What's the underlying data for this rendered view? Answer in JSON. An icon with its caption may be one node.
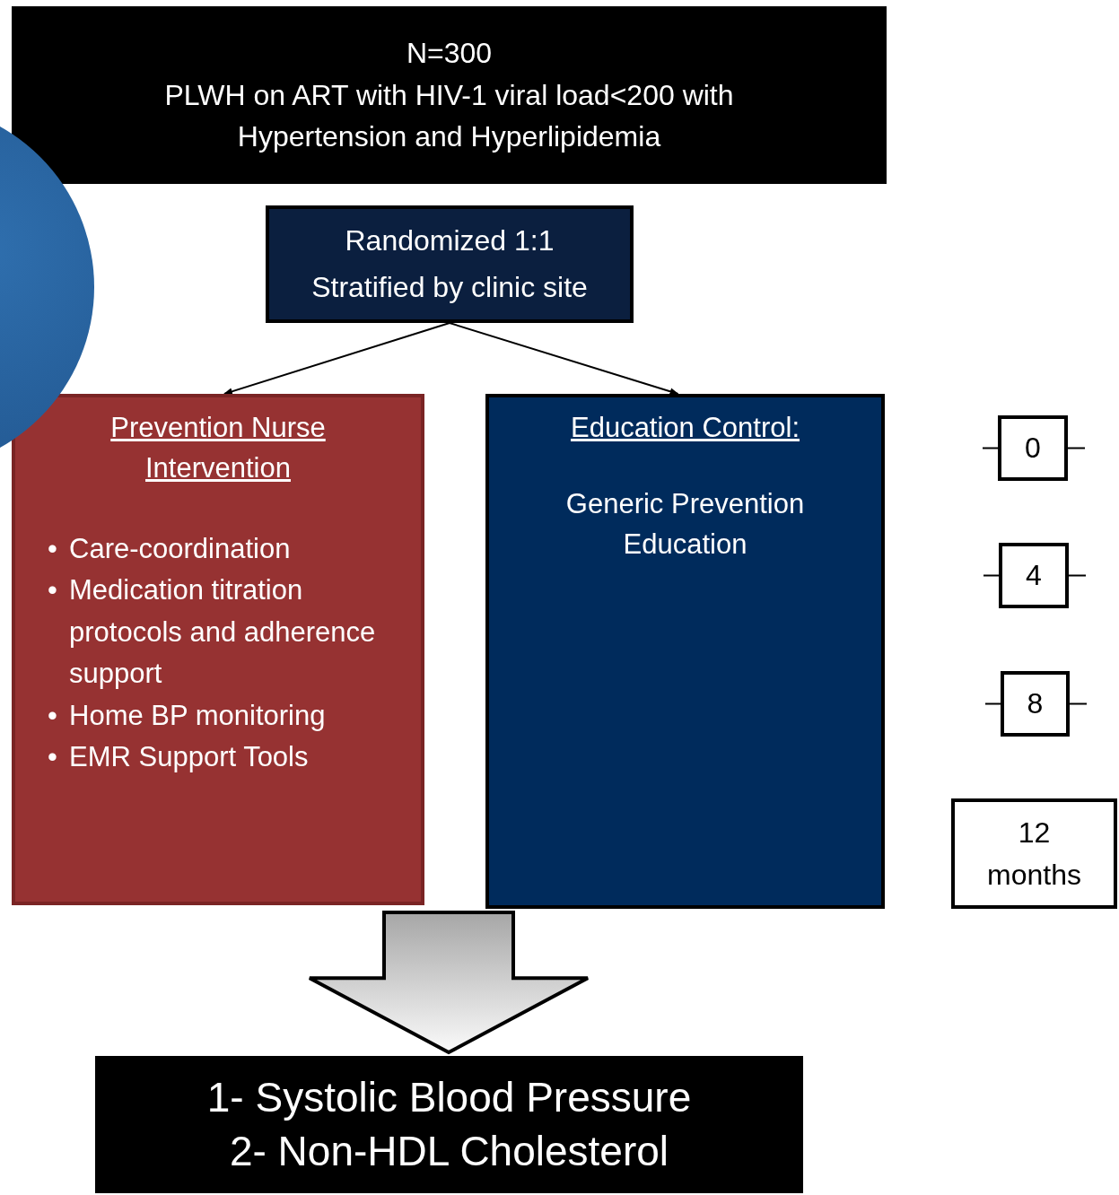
{
  "diagram": {
    "nodes": [
      {
        "text": [
          "N=300",
          "PLWH on ART with HIV-1 viral load<200 with Hypertension and Hyperlipidemia"
        ]
      },
      {
        "text": [
          "Randomized 1:1 Stratified by clinic site"
        ]
      },
      {
        "text": [
          "Prevention Nurse Intervention",
          "Care-coordination",
          "Medication titration protocols and adherence support",
          "Home BP monitoring",
          "EMR Support Tools"
        ]
      },
      {
        "text": [
          "Education Control:",
          "Generic Prevention Education"
        ]
      },
      {
        "text": [
          "0"
        ]
      },
      {
        "text": [
          "4"
        ]
      },
      {
        "text": [
          "8"
        ]
      },
      {
        "text": [
          "12 months"
        ]
      },
      {
        "text": [
          "1- Systolic Blood Pressure",
          "2- Non-HDL Cholesterol"
        ]
      },
      {
        "text": [],
        "shape": "circle"
      }
    ],
    "edges": [
      {
        "from": 1,
        "to": 2,
        "arrow": "to"
      },
      {
        "from": 1,
        "to": 3,
        "arrow": "to"
      },
      {
        "from": 2,
        "to": 8,
        "arrow": "to",
        "style": "thick"
      },
      {
        "from": 3,
        "to": 8,
        "arrow": "to",
        "style": "thick"
      }
    ],
    "labels": [
      "•",
      "•",
      "•",
      "•"
    ]
  }
}
